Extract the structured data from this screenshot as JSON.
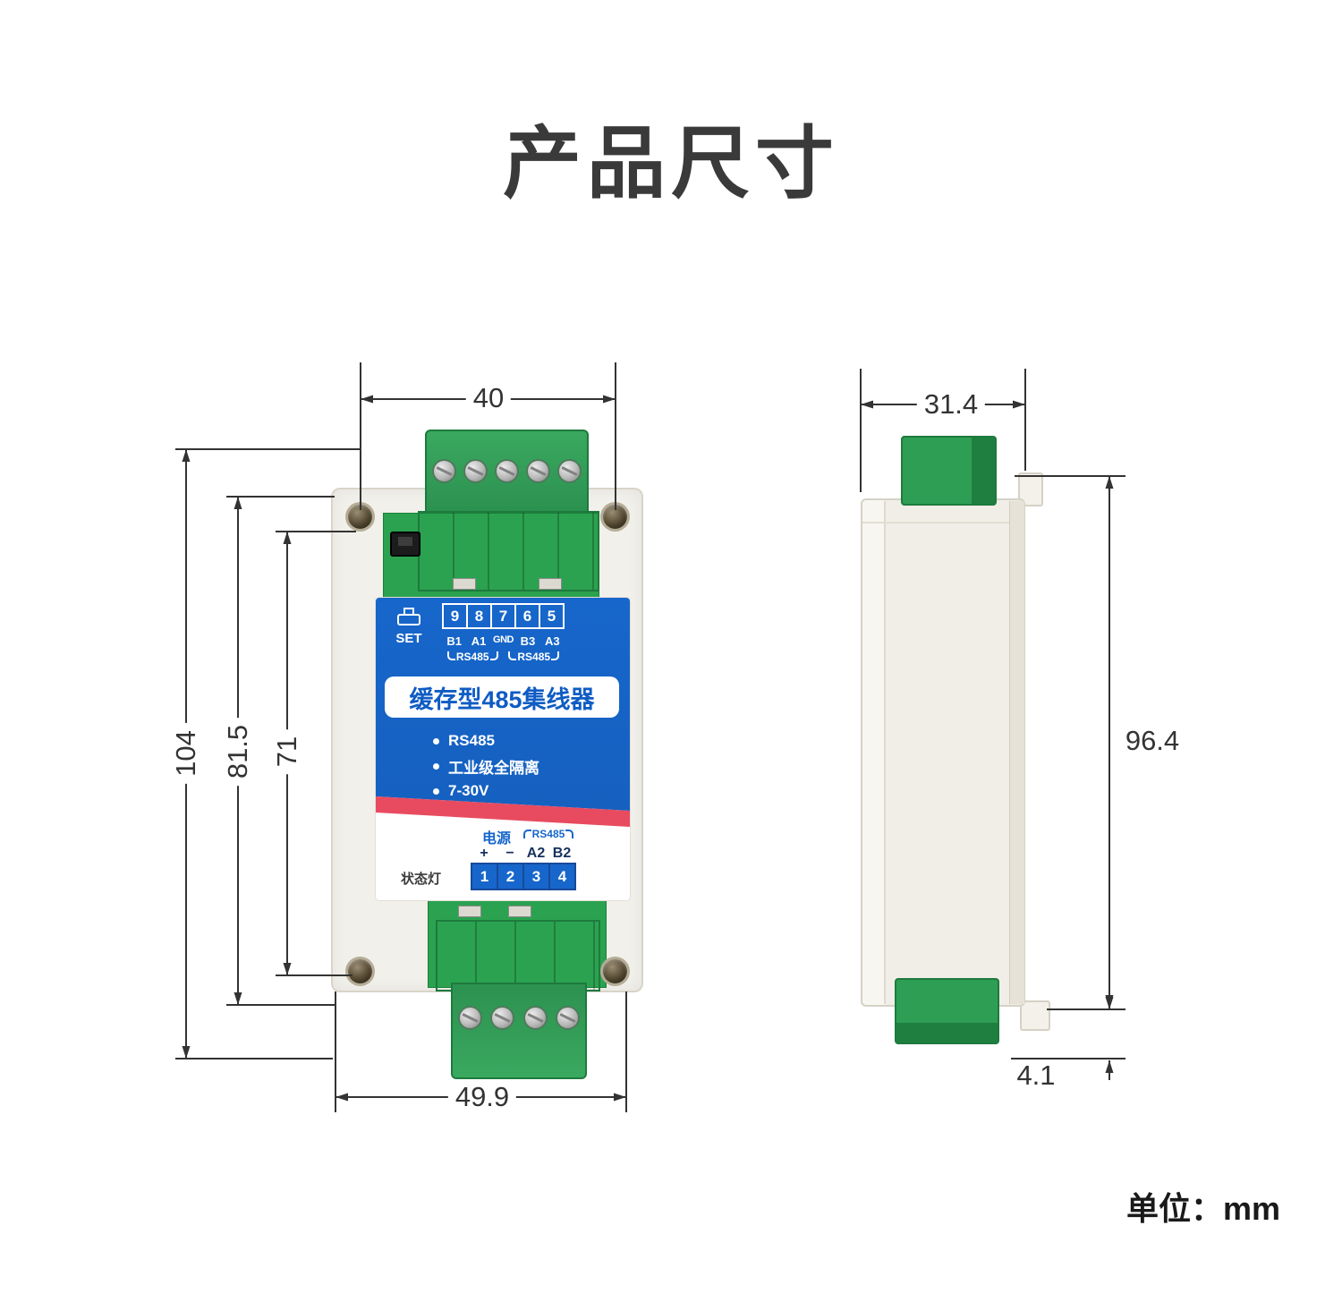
{
  "page": {
    "title": "产品尺寸",
    "unit_label": "单位：mm"
  },
  "dimensions": {
    "front_top_width": "40",
    "front_bottom_width": "49.9",
    "front_overall_height": "104",
    "front_case_height": "81.5",
    "front_hole_spacing": "71",
    "side_width": "31.4",
    "side_height": "96.4",
    "side_clip_depth": "4.1"
  },
  "front_label": {
    "set_label": "SET",
    "top_terminal_numbers": [
      "9",
      "8",
      "7",
      "6",
      "5"
    ],
    "top_pin_labels": [
      "B1",
      "A1",
      "GND",
      "B3",
      "A3"
    ],
    "rs485_group_left": "RS485",
    "rs485_group_right": "RS485",
    "product_name": "缓存型485集线器",
    "features": [
      "RS485",
      "工业级全隔离",
      "7-30V"
    ],
    "power_label": "电源",
    "rs485_group_bottom": "RS485",
    "bottom_pin_labels": [
      "+",
      "−",
      "A2",
      "B2"
    ],
    "status_light_label": "状态灯",
    "bottom_terminal_numbers": [
      "1",
      "2",
      "3",
      "4"
    ]
  },
  "icons": {
    "set_device_icon": "device-outline-shape"
  },
  "colors": {
    "label_blue": "#1766cb",
    "label_blue_dark": "#1560bf",
    "stripe_red": "#e84b60",
    "terminal_green": "#2f9e55",
    "terminal_green_dark": "#1d7a3e",
    "pcb_green": "#2ba24f",
    "case_white": "#f2f0ea",
    "dim_line": "#333333"
  }
}
